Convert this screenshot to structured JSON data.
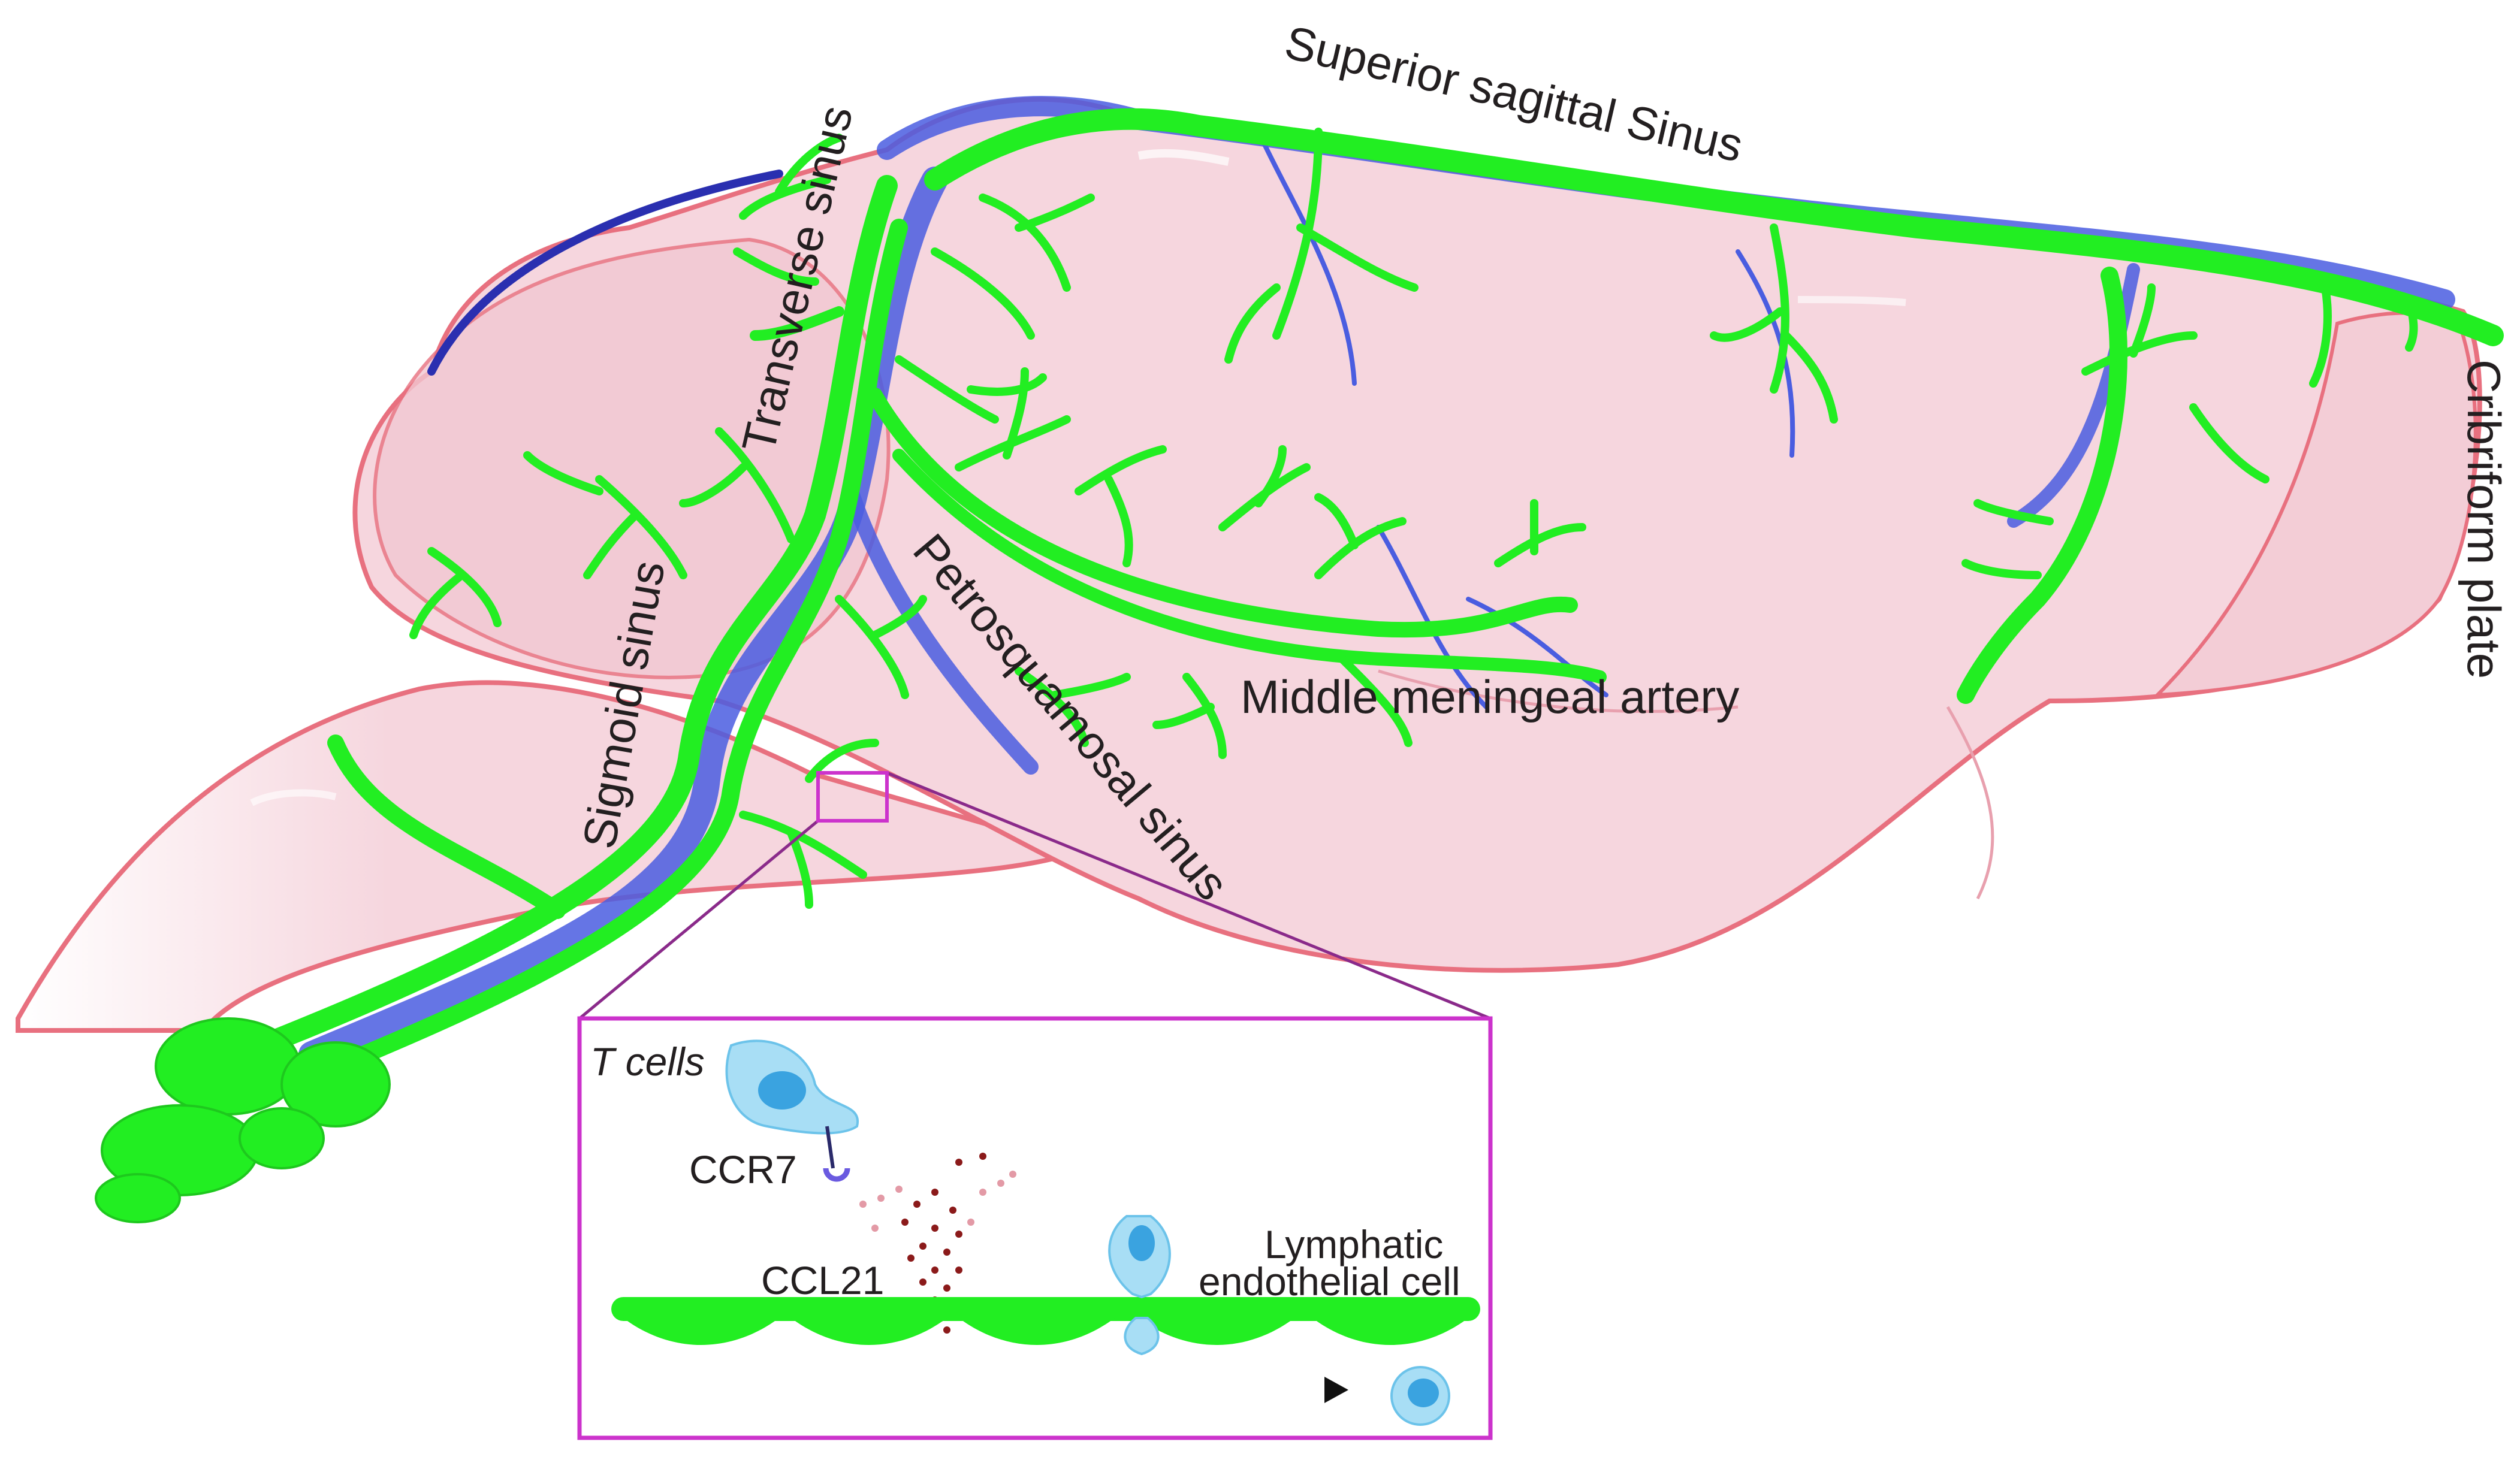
{
  "labels": {
    "superior_sagittal": "Superior sagittal Sinus",
    "transverse": "Transverse sinus",
    "sigmoid": "Sigmoid sinus",
    "petrosquamosal": "Petrosquamosal sinus",
    "middle_meningeal": "Middle meningeal artery",
    "cribriform": "Cribriform plate"
  },
  "inset": {
    "t_cells": "T cells",
    "ccr7": "CCR7",
    "ccl21": "CCL21",
    "lymphatic_line1": "Lymphatic",
    "lymphatic_line2": "endothelial cell"
  },
  "colors": {
    "lymphatic": "#22ee22",
    "sinus": "#4a5de0",
    "brain_fill": "#f6d6de",
    "brain_outline": "#e8707f",
    "inset_border": "#cc33cc",
    "t_cell": "#a8def5",
    "t_cell_nucleus": "#3aa3e0",
    "ccl21_dots": "#8b1a1a"
  }
}
